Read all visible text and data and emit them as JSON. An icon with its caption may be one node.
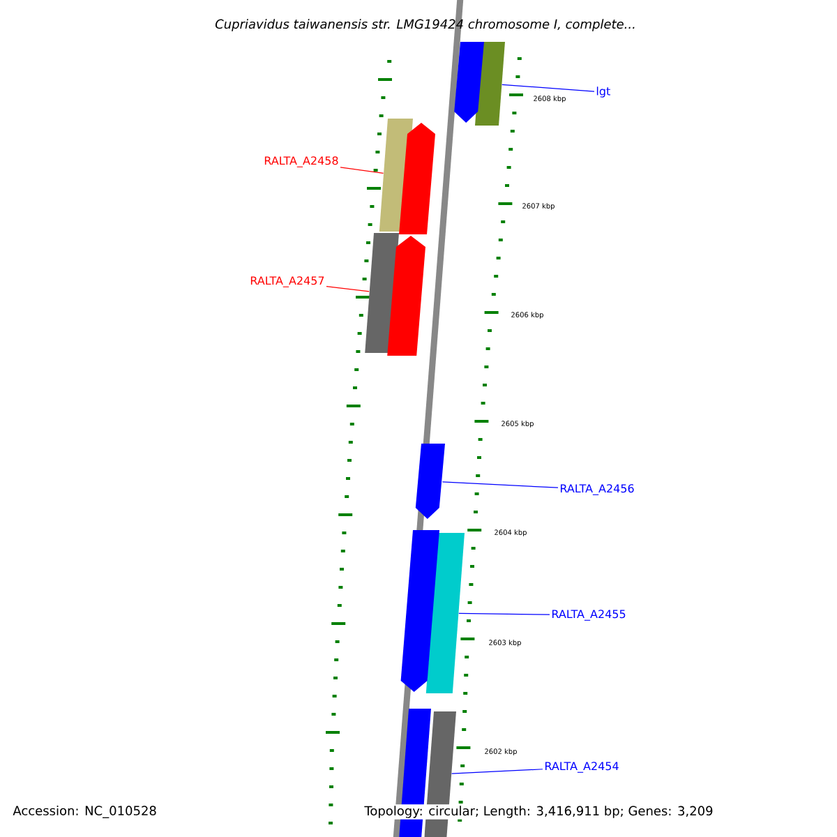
{
  "diagram": {
    "title": "Cupriavidus taiwanensis str. LMG19424 chromosome I, complete...",
    "nodes": [
      {
        "text": [
          "lgt"
        ]
      },
      {
        "text": [],
        "shape": "bar"
      },
      {
        "text": [
          "RALTA_A2458"
        ]
      },
      {
        "text": [],
        "shape": "bar"
      },
      {
        "text": [
          "RALTA_A2457"
        ]
      },
      {
        "text": [],
        "shape": "bar"
      },
      {
        "text": [
          "RALTA_A2456"
        ]
      },
      {
        "text": [],
        "shape": "arrow"
      },
      {
        "text": [
          "RALTA_A2455"
        ]
      },
      {
        "text": [],
        "shape": "bar"
      },
      {
        "text": [
          "RALTA_A2454"
        ]
      },
      {
        "text": [],
        "shape": "bar"
      },
      {
        "text": [],
        "shape": "arrow"
      },
      {
        "text": [],
        "shape": "arrow"
      },
      {
        "text": [],
        "shape": "arrow"
      },
      {
        "text": [],
        "shape": "arrow"
      },
      {
        "text": [],
        "shape": "bar"
      }
    ],
    "edges": [
      {
        "from": 0,
        "to": 1,
        "arrow": "none"
      },
      {
        "from": 2,
        "to": 3,
        "arrow": "none",
        "color": "#ff0000"
      },
      {
        "from": 4,
        "to": 5,
        "arrow": "none",
        "color": "#ff0000"
      },
      {
        "from": 6,
        "to": 7,
        "arrow": "none"
      },
      {
        "from": 8,
        "to": 9,
        "arrow": "none"
      },
      {
        "from": 10,
        "to": 11,
        "arrow": "none"
      }
    ],
    "labels": [
      "2608 kbp",
      "2607 kbp",
      "2606 kbp",
      "2605 kbp",
      "2604 kbp",
      "2603 kbp",
      "2602 kbp",
      "Accession: NC_010528",
      "Topology: circular; Length: 3,416,911 bp; Genes: 3,209"
    ]
  }
}
